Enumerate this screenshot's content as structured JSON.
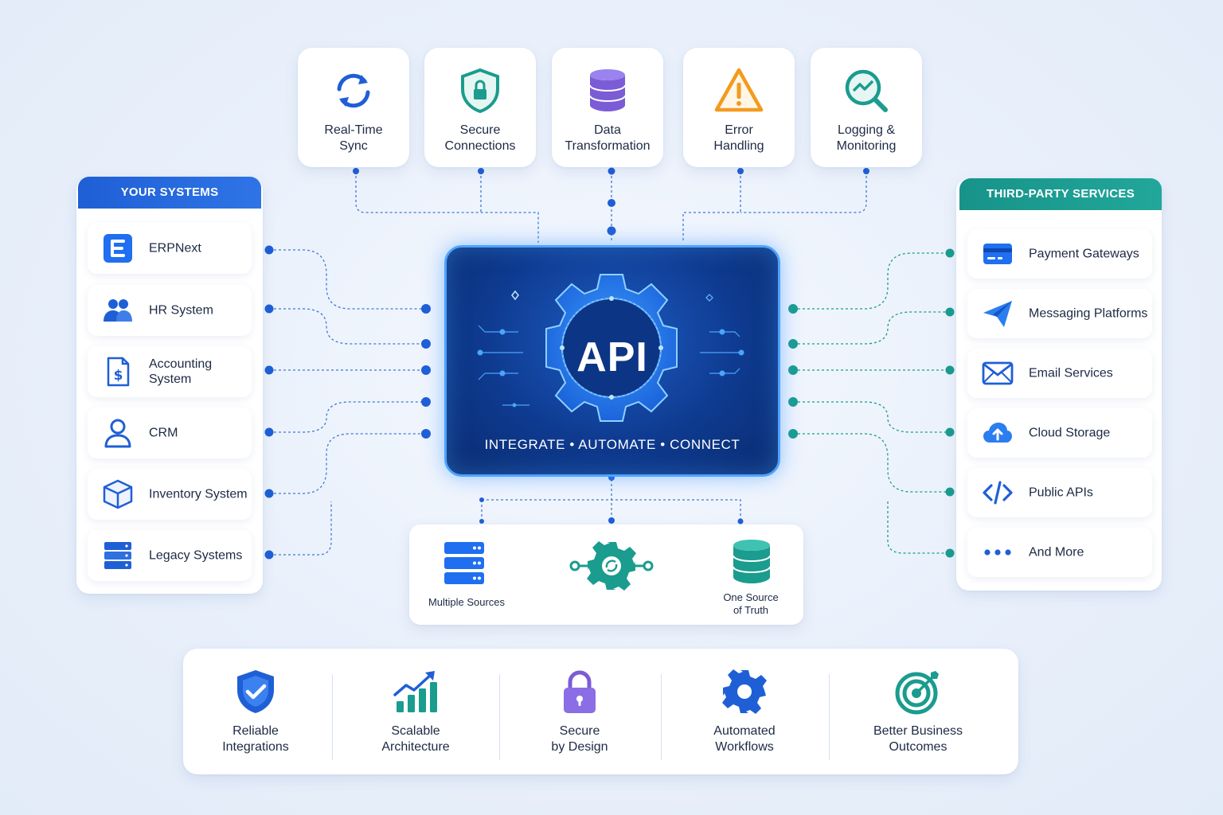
{
  "features": [
    {
      "label": "Real-Time\nSync",
      "icon": "sync-icon"
    },
    {
      "label": "Secure\nConnections",
      "icon": "shield-lock-icon"
    },
    {
      "label": "Data\nTransformation",
      "icon": "database-icon"
    },
    {
      "label": "Error\nHandling",
      "icon": "warning-icon"
    },
    {
      "label": "Logging &\nMonitoring",
      "icon": "monitor-search-icon"
    }
  ],
  "your_systems": {
    "title": "YOUR SYSTEMS",
    "items": [
      {
        "label": "ERPNext",
        "icon": "erpnext-icon"
      },
      {
        "label": "HR System",
        "icon": "users-icon"
      },
      {
        "label": "Accounting\nSystem",
        "icon": "invoice-icon"
      },
      {
        "label": "CRM",
        "icon": "user-icon"
      },
      {
        "label": "Inventory System",
        "icon": "box-icon"
      },
      {
        "label": "Legacy Systems",
        "icon": "server-icon"
      }
    ]
  },
  "third_party": {
    "title": "THIRD-PARTY SERVICES",
    "items": [
      {
        "label": "Payment Gateways",
        "icon": "credit-card-icon"
      },
      {
        "label": "Messaging Platforms",
        "icon": "send-icon"
      },
      {
        "label": "Email Services",
        "icon": "mail-icon"
      },
      {
        "label": "Cloud Storage",
        "icon": "cloud-upload-icon"
      },
      {
        "label": "Public APIs",
        "icon": "code-icon"
      },
      {
        "label": "And More",
        "icon": "more-icon"
      }
    ]
  },
  "hub": {
    "title": "API",
    "subtitle": "INTEGRATE • AUTOMATE • CONNECT"
  },
  "flow": {
    "left_label": "Multiple Sources",
    "right_label": "One Source\nof Truth"
  },
  "benefits": [
    {
      "label": "Reliable\nIntegrations",
      "icon": "shield-check-icon"
    },
    {
      "label": "Scalable\nArchitecture",
      "icon": "growth-chart-icon"
    },
    {
      "label": "Secure\nby Design",
      "icon": "padlock-icon"
    },
    {
      "label": "Automated\nWorkflows",
      "icon": "gear-icon"
    },
    {
      "label": "Better Business\nOutcomes",
      "icon": "target-icon"
    }
  ],
  "colors": {
    "blue": "#1f5fd6",
    "teal": "#1a9c8e",
    "hub_dark": "#0e3a8f",
    "hub_glow": "#4ea3ff",
    "purple": "#7b5cd6",
    "orange": "#f39a1e"
  }
}
